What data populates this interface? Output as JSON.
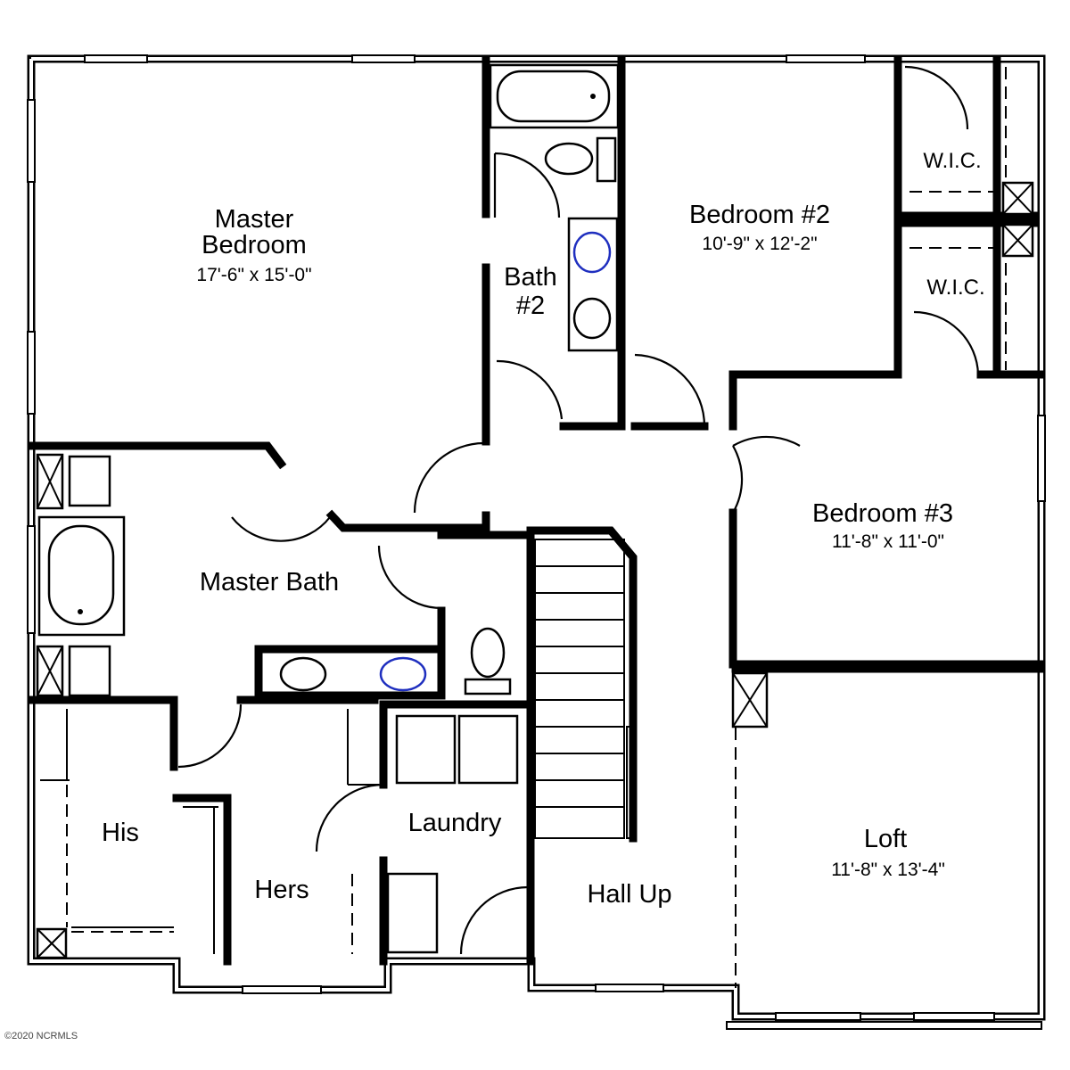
{
  "rooms": {
    "master_bedroom": {
      "line1": "Master",
      "line2": "Bedroom",
      "dims": "17'-6\" x 15'-0\""
    },
    "bath2": {
      "line1": "Bath",
      "line2": "#2"
    },
    "bedroom2": {
      "name": "Bedroom #2",
      "dims": "10'-9\" x 12'-2\""
    },
    "wic_upper": {
      "name": "W.I.C."
    },
    "wic_lower": {
      "name": "W.I.C."
    },
    "bedroom3": {
      "name": "Bedroom #3",
      "dims": "11'-8\" x 11'-0\""
    },
    "master_bath": {
      "name": "Master Bath"
    },
    "his": {
      "name": "His"
    },
    "hers": {
      "name": "Hers"
    },
    "laundry": {
      "name": "Laundry"
    },
    "hall_up": {
      "name": "Hall Up"
    },
    "loft": {
      "name": "Loft",
      "dims": "11'-8\" x 13'-4\""
    }
  },
  "copyright": "©2020 NCRMLS",
  "colors": {
    "wall": "#000000",
    "fixture_highlight": "#1f2fbf",
    "background": "#ffffff"
  }
}
